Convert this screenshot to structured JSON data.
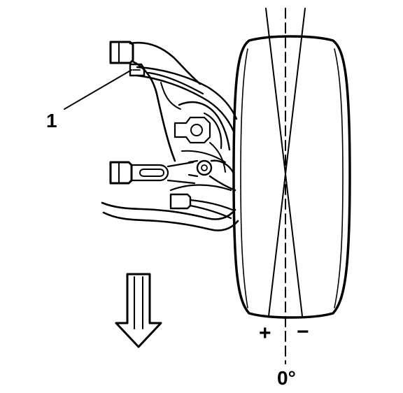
{
  "diagram": {
    "callouts": [
      {
        "id": "1",
        "text": "1"
      }
    ],
    "signs": {
      "plus": "+",
      "minus": "−"
    },
    "reference_label": "0°",
    "colors": {
      "ink": "#000000",
      "background": "#ffffff"
    },
    "icons": {
      "direction_arrow": "arrow-down-icon"
    }
  }
}
